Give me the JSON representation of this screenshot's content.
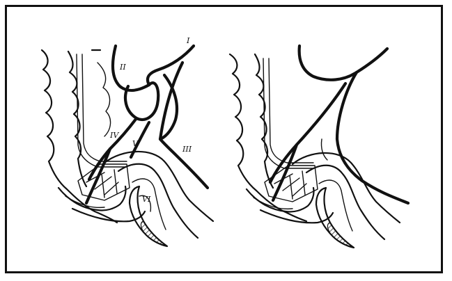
{
  "labels": {
    "I": "I",
    "II": "II",
    "III": "III",
    "IV": "IV",
    "V": "V",
    "VI": "VI"
  }
}
